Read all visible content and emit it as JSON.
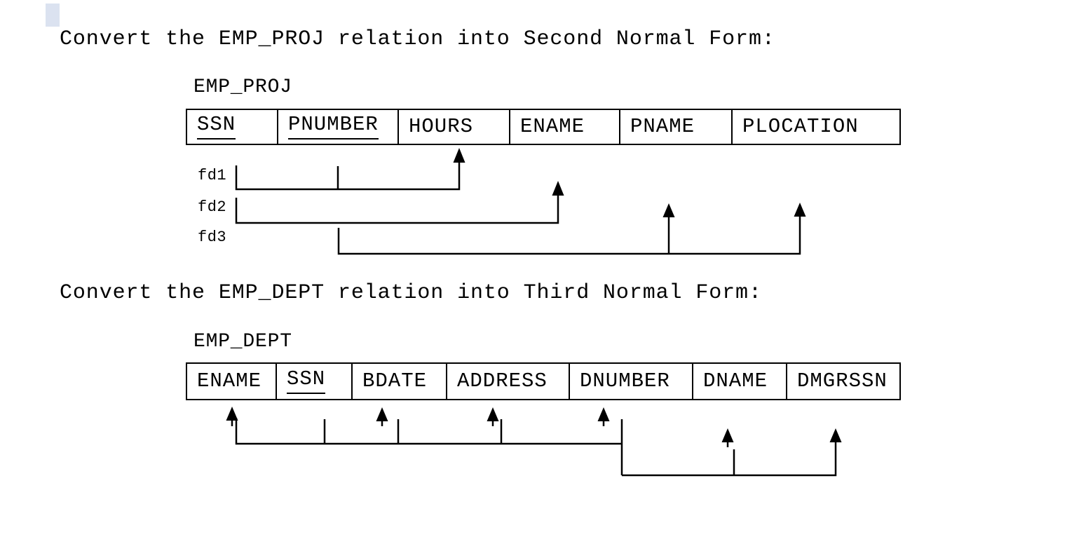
{
  "instructions": {
    "emp_proj_task": "Convert the EMP_PROJ relation into Second Normal Form:",
    "emp_dept_task": "Convert the EMP_DEPT relation into Third Normal Form:"
  },
  "emp_proj": {
    "name": "EMP_PROJ",
    "columns": [
      {
        "name": "SSN",
        "is_key": true
      },
      {
        "name": "PNUMBER",
        "is_key": true
      },
      {
        "name": "HOURS",
        "is_key": false
      },
      {
        "name": "ENAME",
        "is_key": false
      },
      {
        "name": "PNAME",
        "is_key": false
      },
      {
        "name": "PLOCATION",
        "is_key": false
      }
    ],
    "functional_dependencies": [
      {
        "label": "fd1",
        "determinant": "SSN, PNUMBER",
        "dependents": "HOURS"
      },
      {
        "label": "fd2",
        "determinant": "SSN",
        "dependents": "ENAME"
      },
      {
        "label": "fd3",
        "determinant": "PNUMBER",
        "dependents": "PNAME, PLOCATION"
      }
    ]
  },
  "emp_dept": {
    "name": "EMP_DEPT",
    "columns": [
      {
        "name": "ENAME",
        "is_key": false
      },
      {
        "name": "SSN",
        "is_key": true
      },
      {
        "name": "BDATE",
        "is_key": false
      },
      {
        "name": "ADDRESS",
        "is_key": false
      },
      {
        "name": "DNUMBER",
        "is_key": false
      },
      {
        "name": "DNAME",
        "is_key": false
      },
      {
        "name": "DMGRSSN",
        "is_key": false
      }
    ],
    "functional_dependencies": [
      {
        "determinant": "SSN",
        "dependents": "ENAME, BDATE, ADDRESS, DNUMBER"
      },
      {
        "determinant": "DNUMBER",
        "dependents": "DNAME, DMGRSSN"
      }
    ]
  }
}
